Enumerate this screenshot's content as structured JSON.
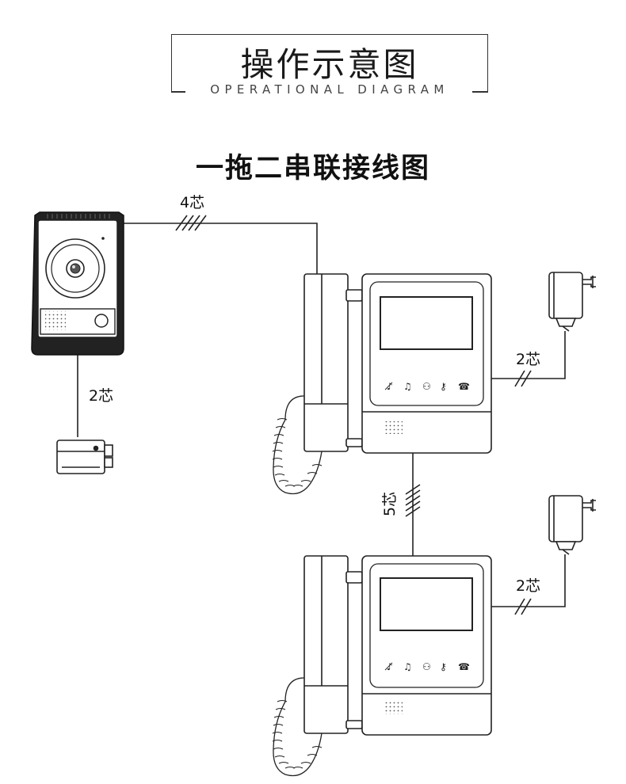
{
  "header": {
    "title_cn": "操作示意图",
    "title_en": "OPERATIONAL DIAGRAM"
  },
  "subtitle": "一拖二串联接线图",
  "labels": {
    "door_to_monitor": "4芯",
    "door_to_lock": "2芯",
    "monitor1_power": "2芯",
    "monitor_link": "5芯",
    "monitor2_power": "2芯"
  },
  "monitor_keys": [
    "♪̸",
    "♫",
    "⚇",
    "⚷",
    "☎"
  ],
  "icons": [
    "door-station-icon",
    "camera-lens-icon",
    "call-button-icon",
    "electric-lock-icon",
    "indoor-monitor-icon",
    "handset-icon",
    "power-adapter-icon"
  ]
}
